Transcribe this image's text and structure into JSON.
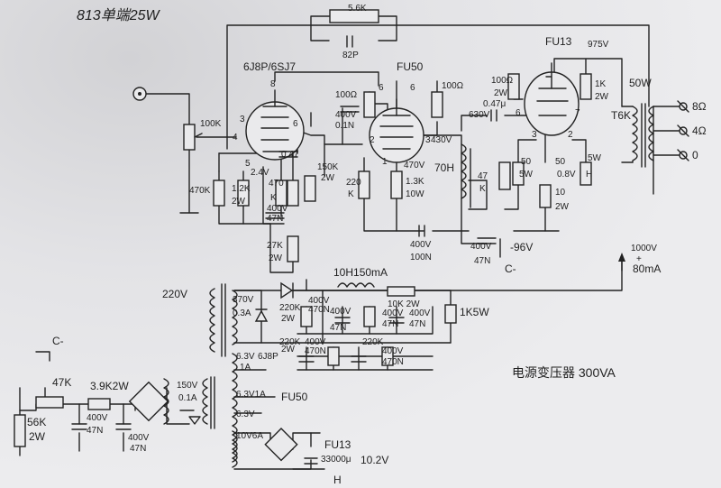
{
  "title": "813单端25W",
  "labels": {
    "fb_res": "5.6K",
    "fb_cap": "82P",
    "tube1": "6J8P/6SJ7",
    "tube2": "FU50",
    "tube3": "FU13",
    "b_plus": "975V",
    "pot": "100K",
    "r470k_grid": "470K",
    "p3": "3",
    "p4": "4",
    "p5": "5",
    "p6": "6",
    "p8": "8",
    "r12k_a": "1.2K",
    "r12k_b": "2W",
    "c_cathode": "0.47",
    "v24": "2.4V",
    "r470_k_a": "470",
    "r470_k_b": "K",
    "c400_47_a": "400V",
    "c400_47_b": "47N",
    "r27k_a": "27K",
    "r27k_b": "2W",
    "r150k_a": "150K",
    "r150k_b": "2W",
    "r100_a": "100Ω",
    "r100_b": "100Ω",
    "c01_a": "400V",
    "c01_b": "0.1N",
    "fp1": "1",
    "fp2": "2",
    "fp3": "3",
    "fp6a": "6",
    "fp6b": "6",
    "v430": "430V",
    "r220k_a": "220",
    "r220k_b": "K",
    "v470": "470V",
    "r13k_a": "1.3K",
    "r13k_b": "10W",
    "choke": "70H",
    "r47k_a": "47",
    "r47k_b": "K",
    "c400_100_a": "400V",
    "c400_100_b": "100N",
    "v630": "630V",
    "c047": "0.47μ",
    "r100_2w_a": "100Ω",
    "r100_2w_b": "2W",
    "r1k_a": "1K",
    "r1k_b": "2W",
    "out_pow": "50W",
    "ot": "T6K",
    "spk8": "8Ω",
    "spk4": "4Ω",
    "spk0": "0",
    "pin3": "3",
    "pin2": "2",
    "pin6": "6",
    "pin7": "7",
    "r50_a": "50",
    "r50_b": "5W",
    "r50c_a": "50",
    "r50c_b": "5W",
    "v08": "0.8V",
    "h_mark": "H",
    "r10_a": "10",
    "r10_b": "2W",
    "c400_47b_a": "400V",
    "c400_47b_b": "47N",
    "v_neg96": "-96V",
    "c_minus": "C-",
    "v1000": "1000V",
    "plus": "+",
    "ma80": "80mA",
    "mains": "220V",
    "v370": "370V",
    "a03": "0.3A",
    "choke10h": "10H150mA",
    "r10k": "10K 2W",
    "r1k5w": "1K5W",
    "pc_a": "220K",
    "pc_b": "2W",
    "pc_c": "400V",
    "pc_d": "470N",
    "pc_e": "400V",
    "pc_f": "47N",
    "pc_g": "400V",
    "pc_h": "47N",
    "pc_i": "400V",
    "pc_j": "47N",
    "pc_k": "220K",
    "pc_l": "2W",
    "pc_m": "400V",
    "pc_n": "470N",
    "pc_o": "220K",
    "pc_p": "400V",
    "pc_q": "470N",
    "h63_1a": "6.3V",
    "h63_1b": "1A",
    "h_6j8p": "6J8P",
    "h63_3a": "6.3V1A",
    "h_fu50": "FU50",
    "h63c": "6.3V",
    "h10v": "10V6A",
    "h_fu13": "FU13",
    "h_cap": "33000μ",
    "h102": "10.2V",
    "h_mark2": "H",
    "b_cminus": "C-",
    "b_47k": "47K",
    "b_39k": "3.9K2W",
    "b_56k_a": "56K",
    "b_56k_b": "2W",
    "b_c1a": "400V",
    "b_c1b": "47N",
    "b_c2a": "400V",
    "b_c2b": "47N",
    "b_150a": "150V",
    "b_150b": "0.1A",
    "transformer_note": "电源变压器 300VA"
  }
}
